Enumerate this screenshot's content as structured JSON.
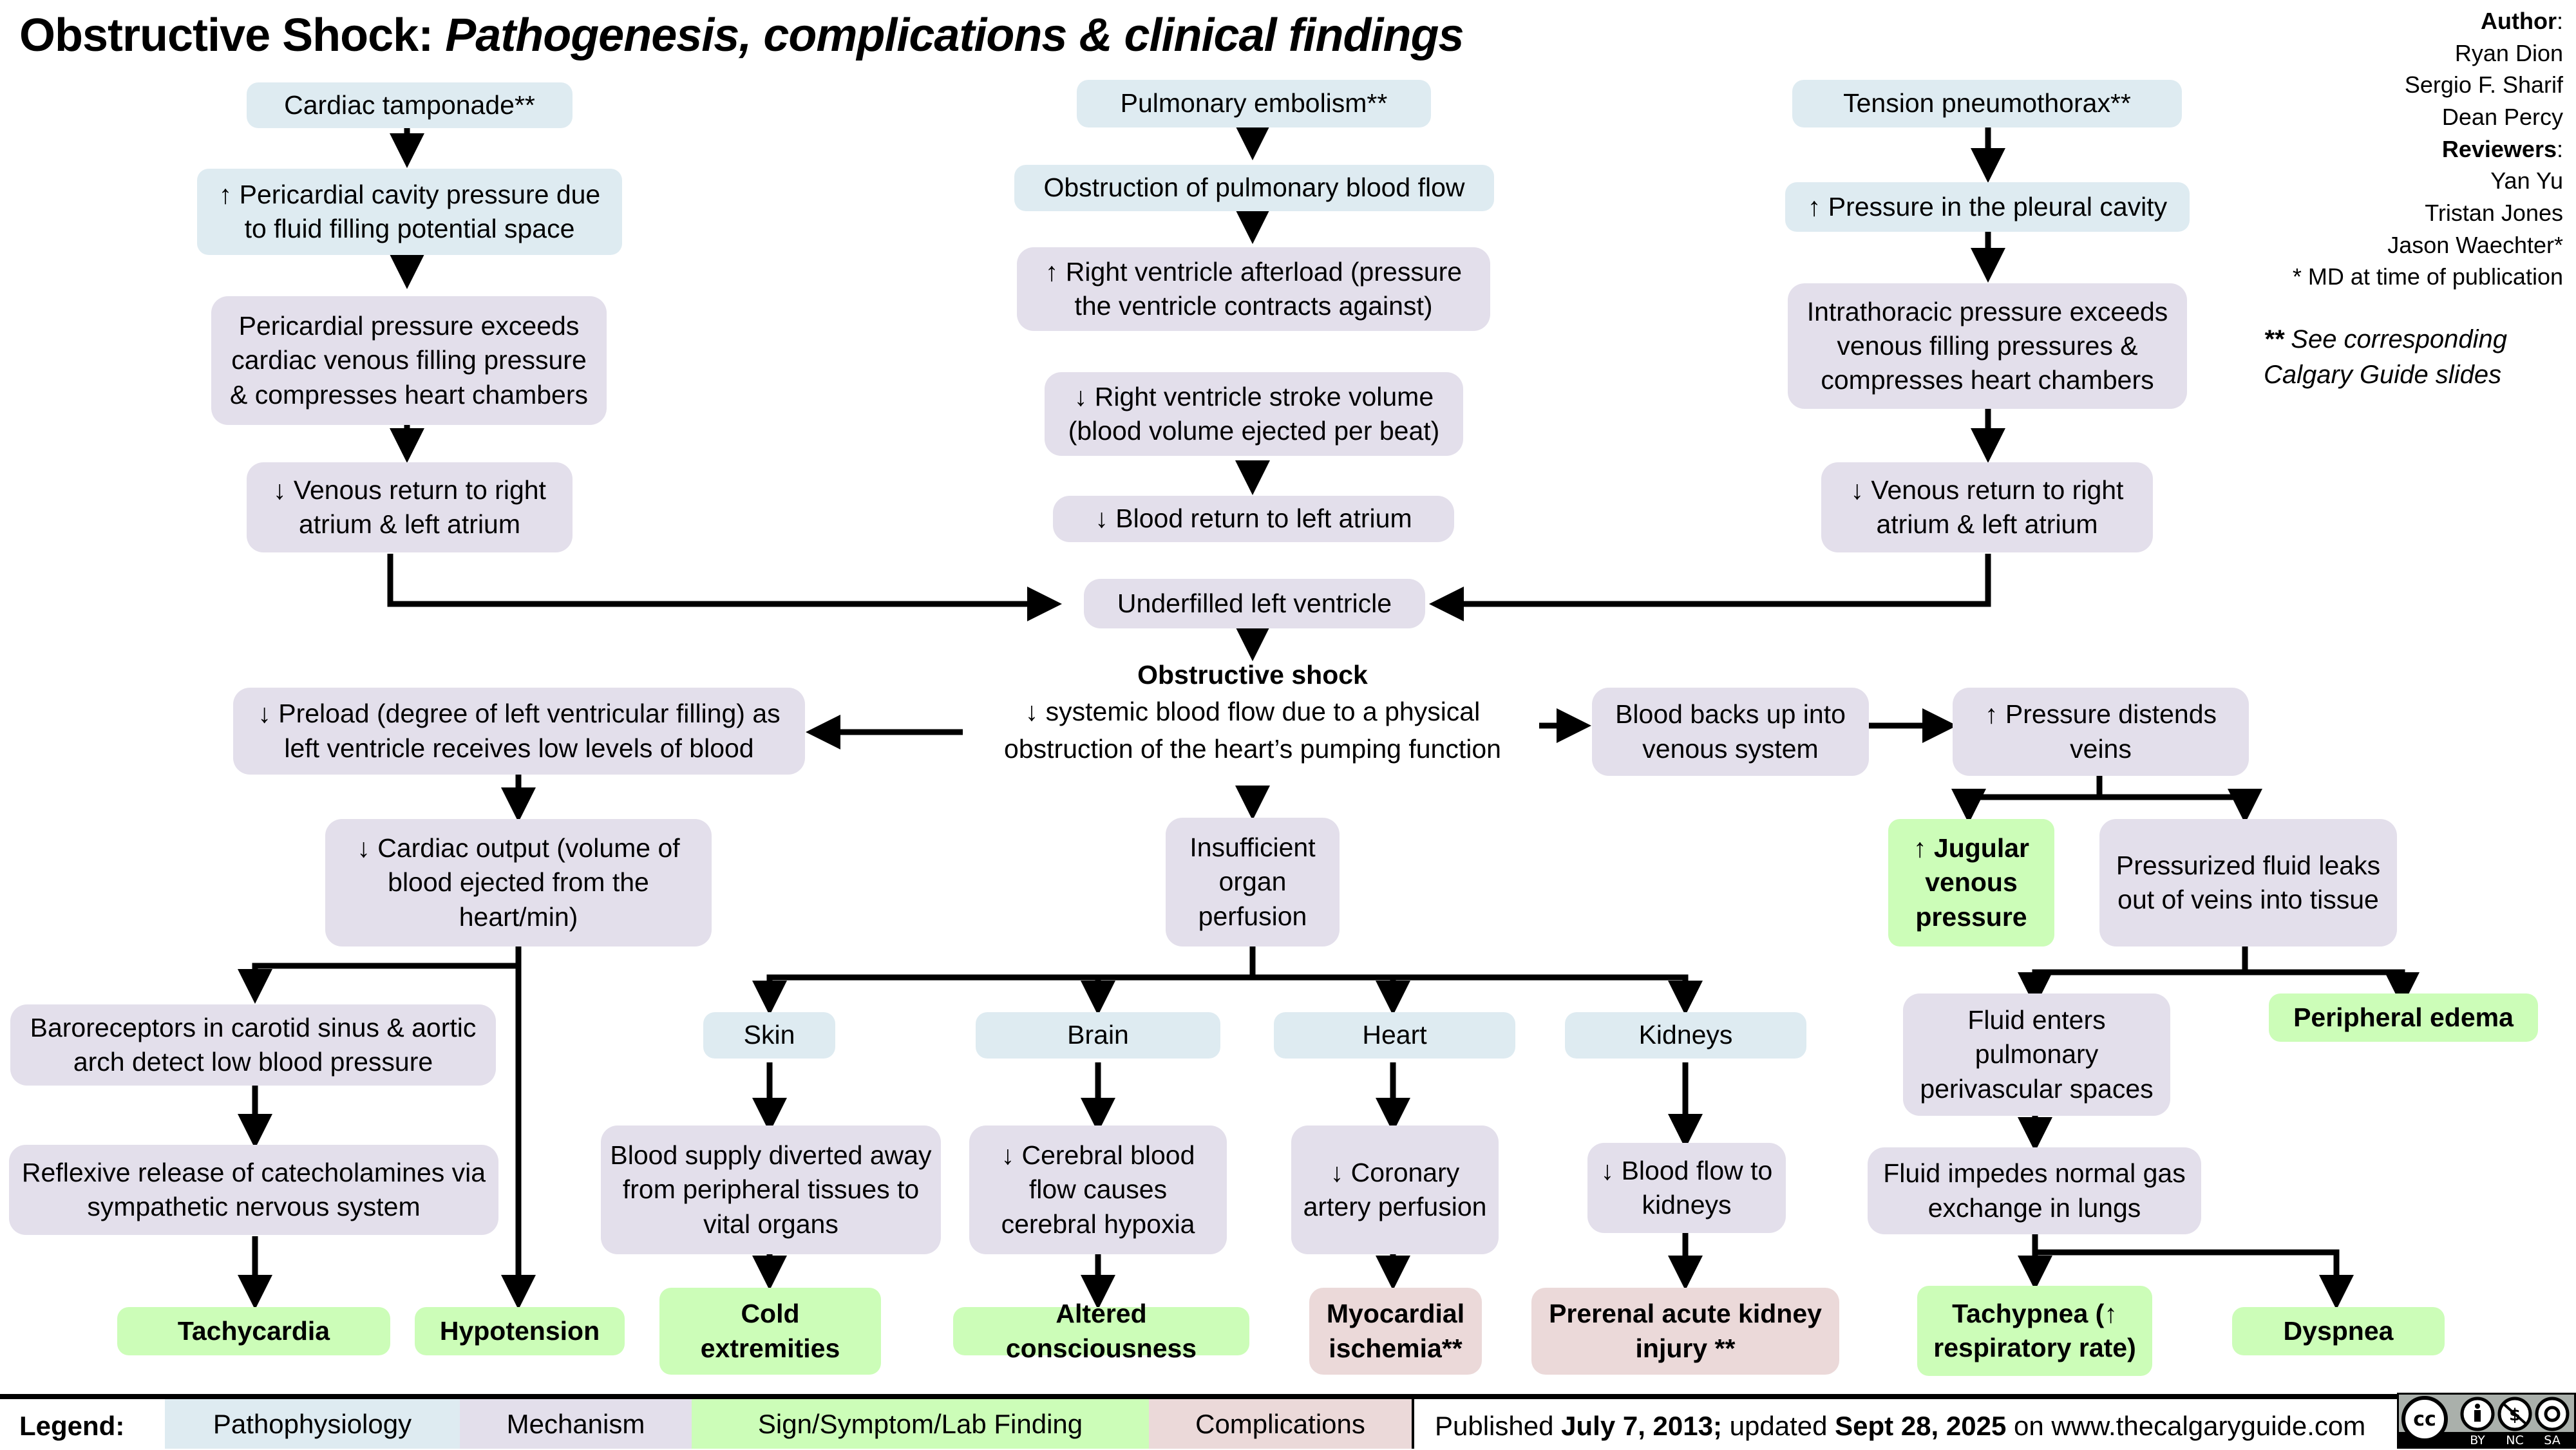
{
  "title": {
    "main": "Obstructive Shock:",
    "subtitle": "Pathogenesis, complications & clinical findings"
  },
  "credits": {
    "author_label": "Author",
    "authors": [
      "Ryan Dion",
      "Sergio F. Sharif",
      "Dean Percy"
    ],
    "reviewers_label": "Reviewers",
    "reviewers": [
      "Yan Yu",
      "Tristan Jones",
      "Jason Waechter*"
    ],
    "footnote": "* MD at time of publication",
    "see_note_stars": "**",
    "see_note_line1": "See corresponding",
    "see_note_line2": "Calgary Guide slides"
  },
  "nodes": {
    "cardiac_tamponade": "Cardiac tamponade**",
    "pericardial_cavity_pressure": "↑ Pericardial cavity pressure due to fluid filling potential space",
    "pericardial_exceeds": "Pericardial pressure exceeds cardiac venous filling pressure & compresses heart chambers",
    "venous_return_left": "↓ Venous return to right atrium & left atrium",
    "pulmonary_embolism": "Pulmonary embolism**",
    "obstruction_pulmonary": "Obstruction of pulmonary blood flow",
    "rv_afterload": "↑ Right ventricle afterload (pressure the ventricle contracts against)",
    "rv_stroke_volume": "↓ Right ventricle stroke volume (blood volume ejected per beat)",
    "blood_return_la": "↓ Blood return to left atrium",
    "underfilled_lv": "Underfilled left ventricle",
    "tension_pneumothorax": "Tension pneumothorax**",
    "pleural_pressure": "↑ Pressure in the pleural cavity",
    "intrathoracic_exceeds": "Intrathoracic pressure exceeds venous filling pressures & compresses heart chambers",
    "venous_return_right": "↓ Venous return to right atrium & left atrium",
    "obstructive_shock_title": "Obstructive shock",
    "obstructive_shock_desc": "↓ systemic blood flow due to a physical obstruction of the heart’s pumping function",
    "preload": "↓ Preload (degree of left ventricular filling) as left ventricle receives low levels of blood",
    "cardiac_output": "↓ Cardiac output (volume of blood ejected from the heart/min)",
    "baroreceptors": "Baroreceptors in carotid sinus & aortic arch detect low blood pressure",
    "catecholamines": "Reflexive release of catecholamines via sympathetic nervous system",
    "tachycardia": "Tachycardia",
    "hypotension": "Hypotension",
    "insufficient_perfusion": "Insufficient organ perfusion",
    "skin": "Skin",
    "brain": "Brain",
    "heart": "Heart",
    "kidneys": "Kidneys",
    "blood_diverted": "Blood supply diverted away from peripheral tissues to vital organs",
    "cerebral_blood_flow": "↓ Cerebral blood flow causes cerebral hypoxia",
    "coronary_perfusion": "↓ Coronary artery perfusion",
    "kidney_blood_flow": "↓ Blood flow to kidneys",
    "cold_extremities": "Cold extremities",
    "altered_consciousness": "Altered consciousness",
    "myocardial_ischemia": "Myocardial ischemia**",
    "prerenal_aki": "Prerenal acute kidney injury **",
    "blood_backs_up": "Blood backs up into venous system",
    "pressure_distends": "↑ Pressure distends veins",
    "jvp": "↑ Jugular venous pressure",
    "fluid_leaks": "Pressurized fluid leaks out of veins into tissue",
    "fluid_pulmonary": "Fluid enters pulmonary perivascular spaces",
    "peripheral_edema": "Peripheral edema",
    "gas_exchange": "Fluid impedes normal gas exchange in lungs",
    "tachypnea": "Tachypnea (↑ respiratory rate)",
    "dyspnea": "Dyspnea"
  },
  "legend": {
    "label": "Legend:",
    "items": [
      {
        "label": "Pathophysiology",
        "color": "#deebf1"
      },
      {
        "label": "Mechanism",
        "color": "#e3dfeb"
      },
      {
        "label": "Sign/Symptom/Lab Finding",
        "color": "#ccfdb8"
      },
      {
        "label": "Complications",
        "color": "#ebd9d9"
      }
    ]
  },
  "footer": {
    "published_prefix": "Published",
    "published_date": "July 7, 2013;",
    "updated_prefix": "updated",
    "updated_date": "Sept 28, 2025",
    "site_text": "on www.thecalgaryguide.com",
    "license_badge": "CC BY NC SA",
    "license_parts": [
      "BY",
      "NC",
      "SA"
    ]
  }
}
